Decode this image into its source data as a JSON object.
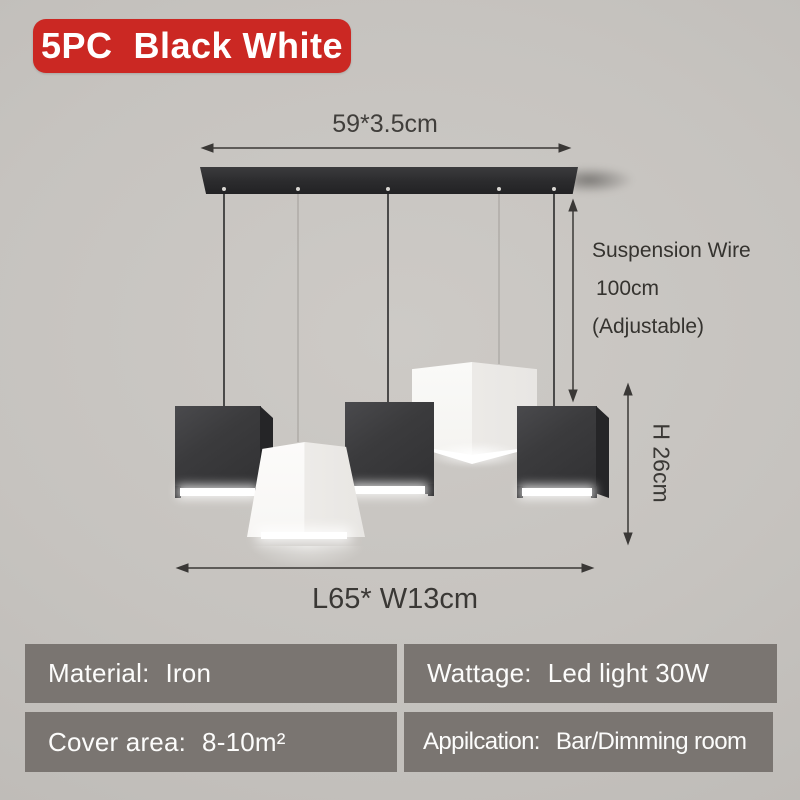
{
  "badge": {
    "label": "5PC  Black White"
  },
  "dimensions": {
    "ceiling_bar": "59*3.5cm",
    "suspension_line1": "Suspension Wire",
    "suspension_line2": "100cm",
    "suspension_line3": "(Adjustable)",
    "height": "H 26cm",
    "length_width": "L65* W13cm"
  },
  "specs": [
    {
      "label": "Material:",
      "value": "Iron"
    },
    {
      "label": "Wattage:",
      "value": "Led light 30W"
    },
    {
      "label": "Cover area:",
      "value": "8-10m²"
    },
    {
      "label": "Appilcation:",
      "value": "Bar/Dimming room"
    }
  ],
  "colors": {
    "badge_bg": "#cb2823",
    "spec_box_bg": "#7a7571",
    "background": "#c6c3bf",
    "pendant_black": "#3b3b3d",
    "pendant_white": "#f7f6f4",
    "annotation_text": "#35332f"
  }
}
